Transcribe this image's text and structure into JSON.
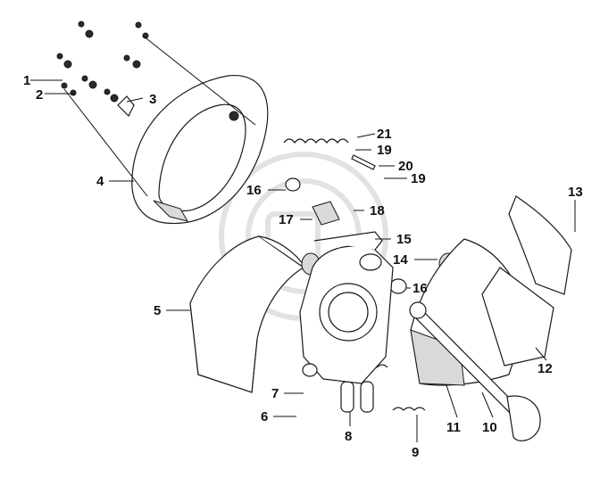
{
  "diagram": {
    "callouts": [
      {
        "id": "c1",
        "text": "1"
      },
      {
        "id": "c2",
        "text": "2"
      },
      {
        "id": "c3",
        "text": "3"
      },
      {
        "id": "c4",
        "text": "4"
      },
      {
        "id": "c5",
        "text": "5"
      },
      {
        "id": "c6",
        "text": "6"
      },
      {
        "id": "c7",
        "text": "7"
      },
      {
        "id": "c8",
        "text": "8"
      },
      {
        "id": "c9",
        "text": "9"
      },
      {
        "id": "c10",
        "text": "10"
      },
      {
        "id": "c11",
        "text": "11"
      },
      {
        "id": "c12",
        "text": "12"
      },
      {
        "id": "c13",
        "text": "13"
      },
      {
        "id": "c14",
        "text": "14"
      },
      {
        "id": "c15",
        "text": "15"
      },
      {
        "id": "c16a",
        "text": "16"
      },
      {
        "id": "c16b",
        "text": "16"
      },
      {
        "id": "c17",
        "text": "17"
      },
      {
        "id": "c18",
        "text": "18"
      },
      {
        "id": "c19a",
        "text": "19"
      },
      {
        "id": "c19b",
        "text": "19"
      },
      {
        "id": "c20",
        "text": "20"
      },
      {
        "id": "c21",
        "text": "21"
      }
    ]
  }
}
